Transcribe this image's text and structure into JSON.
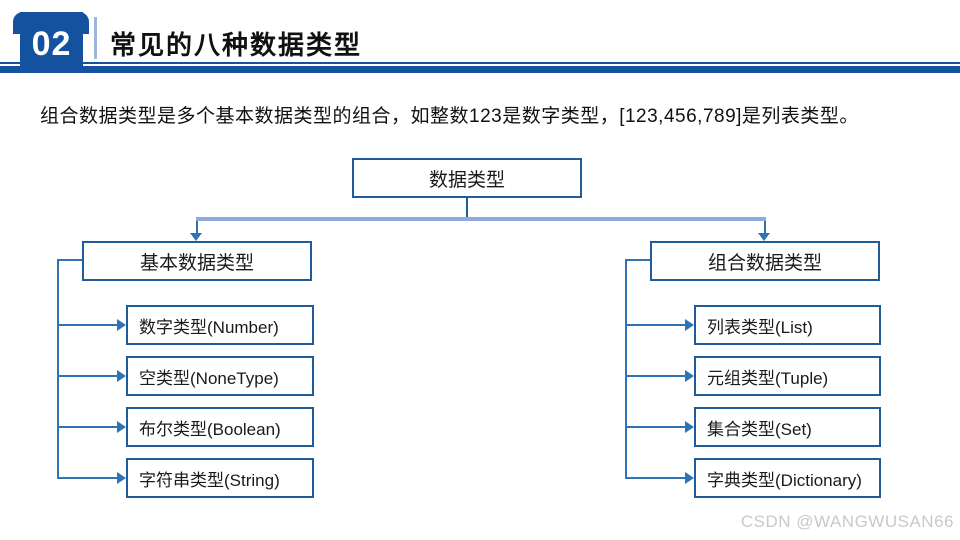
{
  "header": {
    "section_number": "02",
    "title": "常见的八种数据类型"
  },
  "body": {
    "intro": "组合数据类型是多个基本数据类型的组合，如整数123是数字类型，[123,456,789]是列表类型。"
  },
  "diagram": {
    "root": {
      "label": "数据类型"
    },
    "branches": [
      {
        "label": "基本数据类型",
        "children": [
          "数字类型(Number)",
          "空类型(NoneType)",
          "布尔类型(Boolean)",
          "字符串类型(String)"
        ]
      },
      {
        "label": "组合数据类型",
        "children": [
          "列表类型(List)",
          "元组类型(Tuple)",
          "集合类型(Set)",
          "字典类型(Dictionary)"
        ]
      }
    ]
  },
  "watermark": "CSDN @WANGWUSAN66",
  "colors": {
    "brand_blue": "#14519E",
    "box_border": "#1F5C99",
    "arrow_blue": "#2E74B5",
    "connector_light": "#8FAADC",
    "divider_light": "#9DB6D9",
    "watermark_gray": "#C9C9C9"
  }
}
